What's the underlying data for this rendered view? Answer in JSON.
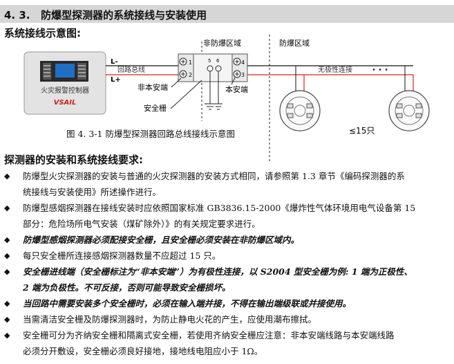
{
  "section": {
    "number": "4. 3.",
    "title": "防爆型探测器的系统接线与安装使用"
  },
  "wiring_heading": "系统接线示意图:",
  "diagram": {
    "zone_nonex": "非防爆区域",
    "zone_ex": "防爆区域",
    "panel_label": "火灾报警控制器",
    "panel_brand": "VSAIL",
    "l_minus": "L-",
    "l_plus": "L+",
    "loop_bus": "回路总线",
    "nonsafe_end": "非本安端",
    "safe_end": "本安端",
    "barrier": "安全栅",
    "nonpolar": "无极性连接",
    "dots": "•  •  •",
    "count": "≤15只",
    "terminals_left": [
      "1",
      "2"
    ],
    "terminals_right": [
      "4",
      "3"
    ],
    "terminals_mid": [
      "5",
      "6"
    ]
  },
  "figure_caption": "图 4. 3-1 防爆型探测器回路总线接线示意图",
  "install_heading": "探测器的安装和系统接线要求:",
  "bullets": [
    {
      "lines": [
        "防爆型火灾探测器的安装与普通的火灾探测器的安装方式相同，请参照第 1.3 章节《编码探测器的系",
        "统接线与安装使用》所述操作进行。"
      ],
      "emphasis": false
    },
    {
      "lines": [
        "防爆型感烟探测器在接线安装时应依照国家标准 GB3836.15-2000《爆炸性气体环境用电气设备第 15",
        "部分：危险场所电气安装（煤矿除外）》的有关规定要求进行。"
      ],
      "emphasis": false
    },
    {
      "lines": [
        "防爆型感烟探测器必须配接安全栅，且安全栅必须安装在非防爆区域内。"
      ],
      "emphasis": true
    },
    {
      "lines": [
        "每只安全栅所连接感烟探测器数量不应超过 15 只。"
      ],
      "emphasis": false
    },
    {
      "lines": [
        "安全栅进线端（安全栅标注为“非本安端”）为有极性连接，以 S2004 型安全栅为例: 1 端为正极性、",
        "2 端为负极性。不可反接，否则可能导致安全栅损坏。"
      ],
      "emphasis": true
    },
    {
      "lines": [
        "当回路中需要安装多个安全栅时，必须在输入端并接，不得在输出端级联或并接使用。"
      ],
      "emphasis": true
    },
    {
      "lines": [
        "当需清洁安全栅及防爆探测器时，为防止静电火花的产生，应使用潮布擦拭。"
      ],
      "emphasis": false
    },
    {
      "lines": [
        "安全栅可分为齐纳安全栅和隔离式安全栅，若使用齐纳安全栅应注意：非本安端线路与本安端线路",
        "必须分开敷设，安全栅必须良好接地，接地线电阻应小于 1Ω。"
      ],
      "emphasis": false
    }
  ],
  "colors": {
    "wire_red": "#d42020",
    "header_bg": "#d6d6d6",
    "brand_red": "#c8201f",
    "screen_blue": "#1f6fc4"
  }
}
